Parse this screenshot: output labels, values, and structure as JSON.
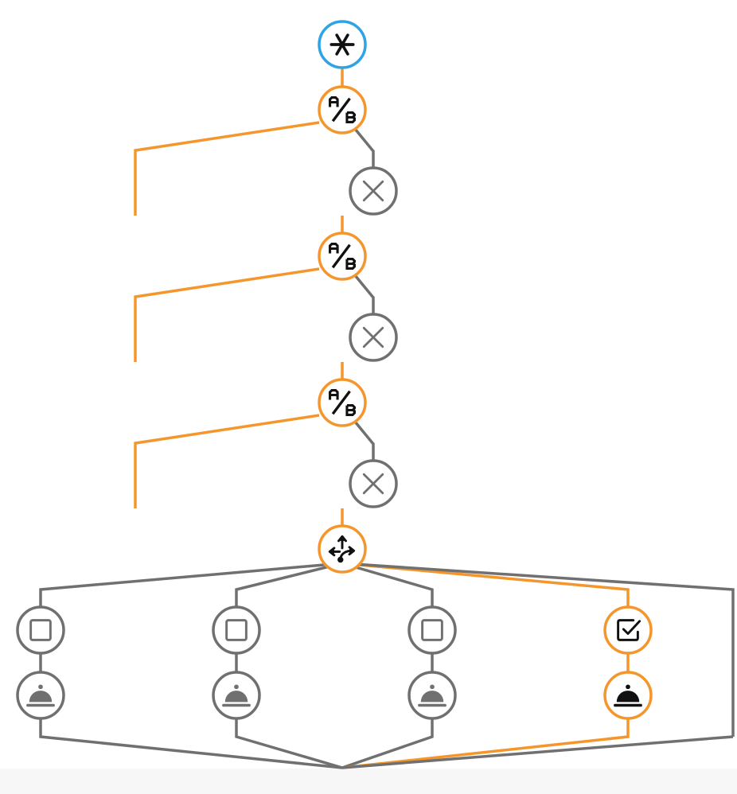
{
  "colors": {
    "active": "#f5962d",
    "inactive": "#707070",
    "start": "#2ea3e6",
    "icon_active": "#111111",
    "icon_inactive": "#707070",
    "background": "#ffffff",
    "footer": "#f7f7f7"
  },
  "flow": {
    "start_node": {
      "icon": "asterisk-icon",
      "state": "start"
    },
    "ab_tests": [
      {
        "icon": "ab-split-icon",
        "label": "A/B",
        "state": "active",
        "branch_b": {
          "icon": "close-icon",
          "state": "inactive"
        }
      },
      {
        "icon": "ab-split-icon",
        "label": "A/B",
        "state": "active",
        "branch_b": {
          "icon": "close-icon",
          "state": "inactive"
        }
      },
      {
        "icon": "ab-split-icon",
        "label": "A/B",
        "state": "active",
        "branch_b": {
          "icon": "close-icon",
          "state": "inactive"
        }
      }
    ],
    "router_node": {
      "icon": "split-route-icon",
      "state": "active"
    },
    "branches": [
      {
        "condition_icon": "checkbox-empty-icon",
        "action_icon": "cloche-icon",
        "state": "inactive"
      },
      {
        "condition_icon": "checkbox-empty-icon",
        "action_icon": "cloche-icon",
        "state": "inactive"
      },
      {
        "condition_icon": "checkbox-empty-icon",
        "action_icon": "cloche-icon",
        "state": "inactive"
      },
      {
        "condition_icon": "checkbox-checked-icon",
        "action_icon": "cloche-icon",
        "state": "active"
      },
      {
        "condition_icon": "none",
        "action_icon": "none",
        "state": "inactive"
      }
    ]
  }
}
